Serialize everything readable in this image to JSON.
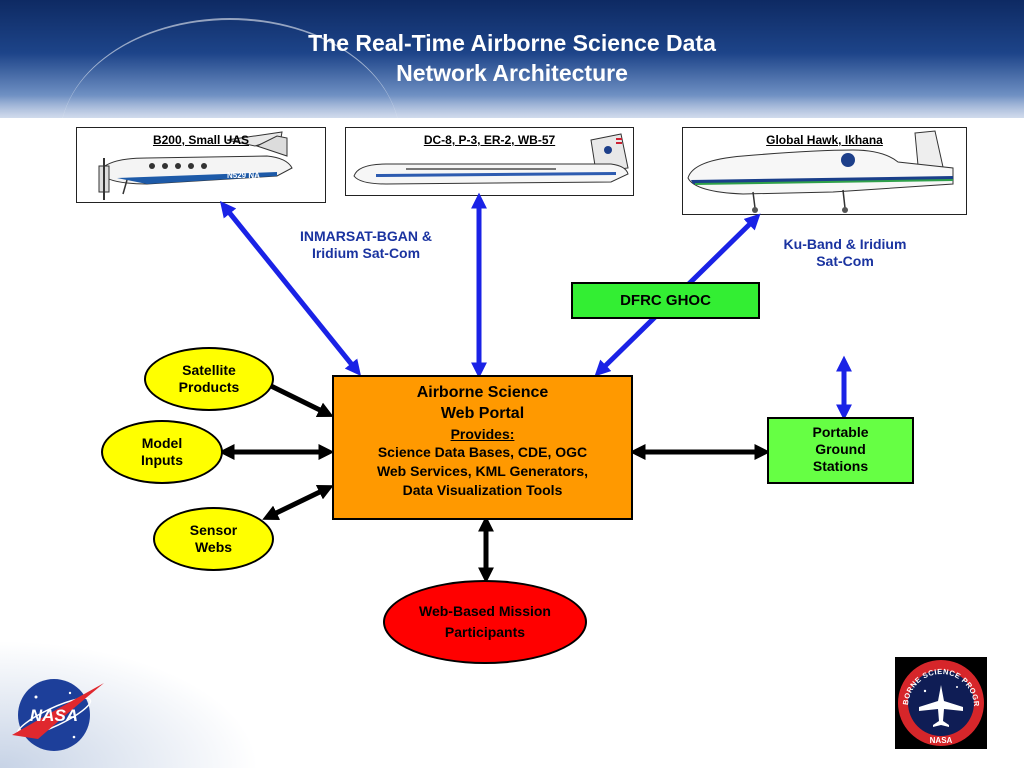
{
  "title": {
    "line1": "The Real-Time Airborne Science Data",
    "line2": "Network Architecture"
  },
  "aircraft": [
    {
      "label": "B200, Small UAS",
      "tail": "N529 NA"
    },
    {
      "label": "DC-8, P-3, ER-2, WB-57"
    },
    {
      "label": "Global Hawk, Ikhana"
    }
  ],
  "links": {
    "inmarsat": {
      "line1": "INMARSAT-BGAN  &",
      "line2": "Iridium Sat-Com"
    },
    "kuband": {
      "line1": "Ku-Band & Iridium",
      "line2": "Sat-Com"
    }
  },
  "nodes": {
    "dfrc": "DFRC GHOC",
    "portal": {
      "line1": "Airborne Science",
      "line2": "Web Portal",
      "provides": "Provides:",
      "line3": "Science Data Bases, CDE, OGC",
      "line4": "Web Services, KML Generators,",
      "line5": "Data Visualization Tools"
    },
    "ground": {
      "line1": "Portable",
      "line2": "Ground",
      "line3": "Stations"
    },
    "satellite": {
      "line1": "Satellite",
      "line2": "Products"
    },
    "model": {
      "line1": "Model",
      "line2": "Inputs"
    },
    "sensor": {
      "line1": "Sensor",
      "line2": "Webs"
    },
    "mission": {
      "line1": "Web-Based Mission",
      "line2": "Participants"
    }
  },
  "logos": {
    "nasa": "NASA",
    "asp_ring": "AIRBORNE SCIENCE PROGRAM"
  },
  "colors": {
    "portal_fill": "#ff9900",
    "dfrc_fill": "#33ee33",
    "ground_fill": "#66ff44",
    "input_fill": "#ffff00",
    "mission_fill": "#ff0000",
    "sat_arrow": "#1a22e6",
    "ground_arrow": "#000000"
  }
}
